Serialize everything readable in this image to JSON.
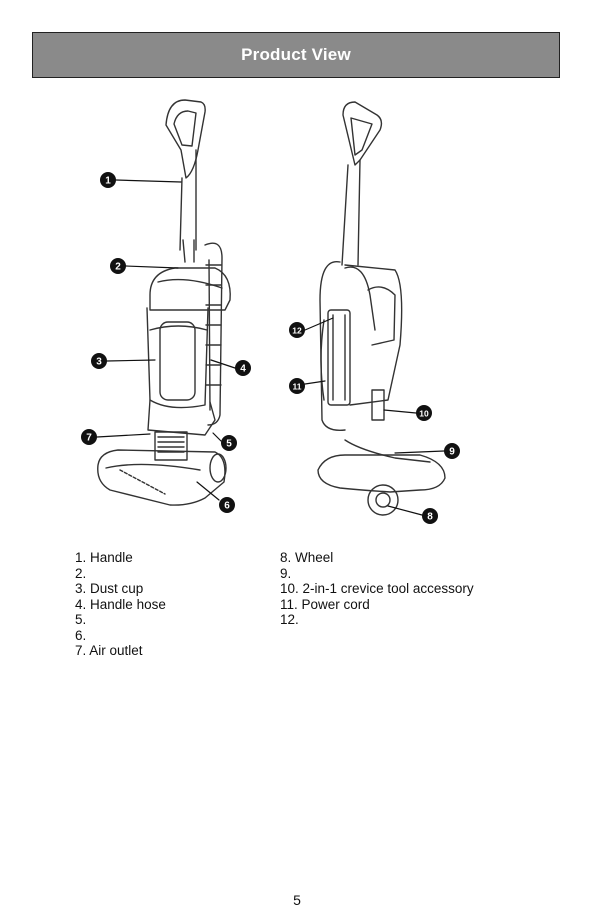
{
  "header": {
    "title": "Product View"
  },
  "callouts": [
    "1",
    "2",
    "3",
    "4",
    "5",
    "6",
    "7",
    "8",
    "9",
    "10",
    "11",
    "12"
  ],
  "legend_left": [
    {
      "num": "1.",
      "label": "Handle"
    },
    {
      "num": "2.",
      "label": ""
    },
    {
      "num": "3.",
      "label": "Dust cup"
    },
    {
      "num": "4.",
      "label": "Handle hose"
    },
    {
      "num": "5.",
      "label": ""
    },
    {
      "num": "6.",
      "label": ""
    },
    {
      "num": "7.",
      "label": "Air outlet"
    }
  ],
  "legend_right": [
    {
      "num": "8.",
      "label": "Wheel"
    },
    {
      "num": "9.",
      "label": ""
    },
    {
      "num": "10.",
      "label": "2-in-1 crevice tool accessory"
    },
    {
      "num": "11.",
      "label": "Power cord"
    },
    {
      "num": "12.",
      "label": ""
    }
  ],
  "page_number": "5"
}
